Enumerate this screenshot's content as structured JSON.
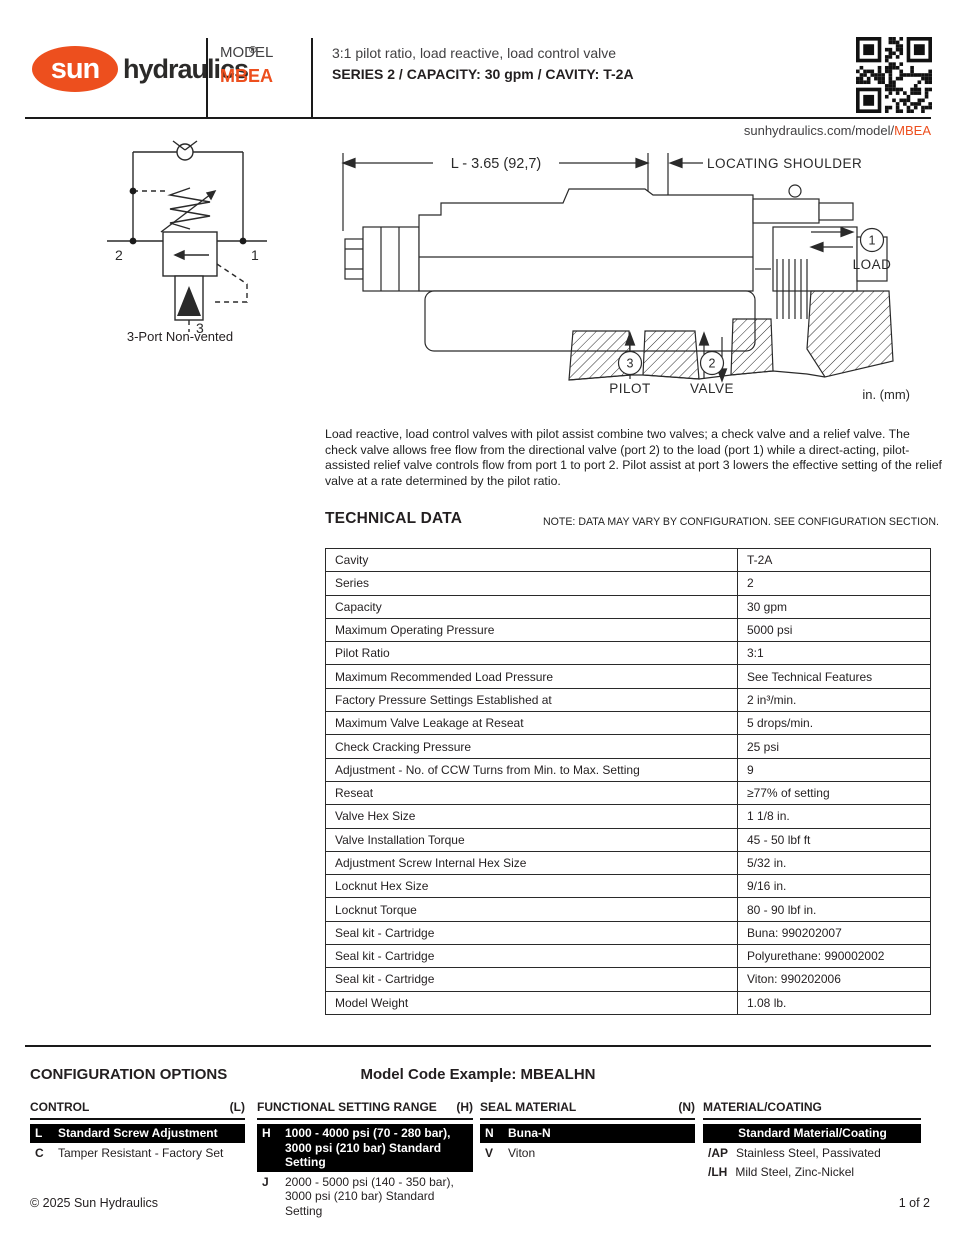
{
  "header": {
    "logo": {
      "sun": "sun",
      "hydraulics": "hydraulics",
      "registered": "®"
    },
    "model_label": "MODEL",
    "model_value": "MBEA",
    "title_line1": "3:1 pilot ratio, load reactive, load control valve",
    "title_line2": "SERIES 2 /  CAPACITY: 30 gpm /  CAVITY: T-2A",
    "qr_icon": "qr-code"
  },
  "link": {
    "base": "sunhydraulics.com/model/",
    "model": "MBEA"
  },
  "schematic": {
    "port1": "1",
    "port2": "2",
    "port3": "3",
    "caption": "3-Port Non-vented"
  },
  "drawing": {
    "dimension": "L - 3.65 (92,7)",
    "locating_shoulder": "LOCATING SHOULDER",
    "port1": {
      "num": "1",
      "label": "LOAD"
    },
    "port2": {
      "num": "2",
      "label": "VALVE"
    },
    "port3": {
      "num": "3",
      "label": "PILOT"
    },
    "units": "in. (mm)"
  },
  "description": "Load reactive, load control valves with pilot assist combine two valves; a check valve and a relief valve. The check valve allows free flow from the directional valve (port 2) to the load (port 1) while a direct-acting, pilot-assisted relief valve controls flow from port 1 to port 2. Pilot assist at port 3 lowers the effective setting of the relief valve at a rate determined by the pilot ratio.",
  "technical_data": {
    "heading": "TECHNICAL DATA",
    "note": "NOTE: DATA MAY VARY BY CONFIGURATION. SEE CONFIGURATION SECTION.",
    "rows": [
      {
        "label": "Cavity",
        "value": "T-2A"
      },
      {
        "label": "Series",
        "value": "2"
      },
      {
        "label": "Capacity",
        "value": "30 gpm"
      },
      {
        "label": "Maximum Operating Pressure",
        "value": "5000 psi"
      },
      {
        "label": "Pilot Ratio",
        "value": "3:1"
      },
      {
        "label": "Maximum Recommended Load Pressure",
        "value": "See Technical Features"
      },
      {
        "label": "Factory Pressure Settings Established at",
        "value": "2 in³/min."
      },
      {
        "label": "Maximum Valve Leakage at Reseat",
        "value": "5 drops/min."
      },
      {
        "label": "Check Cracking Pressure",
        "value": "25 psi"
      },
      {
        "label": "Adjustment - No. of CCW Turns from Min. to Max. Setting",
        "value": "9"
      },
      {
        "label": "Reseat",
        "value": "≥77% of setting"
      },
      {
        "label": "Valve Hex Size",
        "value": "1 1/8 in."
      },
      {
        "label": "Valve Installation Torque",
        "value": "45 - 50 lbf ft"
      },
      {
        "label": "Adjustment Screw Internal Hex Size",
        "value": "5/32 in."
      },
      {
        "label": "Locknut Hex Size",
        "value": "9/16 in."
      },
      {
        "label": "Locknut Torque",
        "value": "80 - 90 lbf in."
      },
      {
        "label": "Seal kit - Cartridge",
        "value": "Buna: 990202007"
      },
      {
        "label": "Seal kit - Cartridge",
        "value": "Polyurethane: 990002002"
      },
      {
        "label": "Seal kit - Cartridge",
        "value": "Viton: 990202006"
      },
      {
        "label": "Model Weight",
        "value": "1.08 lb."
      }
    ]
  },
  "configuration": {
    "heading": "CONFIGURATION OPTIONS",
    "model_code_example": "Model Code Example: MBEALHN",
    "columns": [
      {
        "title": "CONTROL",
        "code": "(L)",
        "options": [
          {
            "code": "L",
            "label": "Standard Screw Adjustment",
            "selected": true
          },
          {
            "code": "C",
            "label": "Tamper Resistant - Factory Set",
            "selected": false
          }
        ]
      },
      {
        "title": "FUNCTIONAL SETTING RANGE",
        "code": "(H)",
        "options": [
          {
            "code": "H",
            "label": "1000 - 4000 psi (70 - 280 bar), 3000 psi (210 bar) Standard Setting",
            "selected": true
          },
          {
            "code": "J",
            "label": "2000 - 5000 psi (140 - 350 bar), 3000 psi (210 bar) Standard Setting",
            "selected": false
          }
        ]
      },
      {
        "title": "SEAL MATERIAL",
        "code": "(N)",
        "options": [
          {
            "code": "N",
            "label": "Buna-N",
            "selected": true
          },
          {
            "code": "V",
            "label": "Viton",
            "selected": false
          }
        ]
      },
      {
        "title": "MATERIAL/COATING",
        "code": "",
        "options": [
          {
            "code": "",
            "label": "Standard Material/Coating",
            "selected": true
          },
          {
            "code": "/AP",
            "label": "Stainless Steel, Passivated",
            "selected": false
          },
          {
            "code": "/LH",
            "label": "Mild Steel, Zinc-Nickel",
            "selected": false
          }
        ]
      }
    ]
  },
  "footer": {
    "copyright": "© 2025 Sun Hydraulics",
    "page": "1 of 2"
  },
  "colors": {
    "accent": "#ED4F1E",
    "ink": "#231F20",
    "gray_text": "#414042",
    "highlight_bg": "#000000",
    "highlight_fg": "#FFFFFF"
  }
}
